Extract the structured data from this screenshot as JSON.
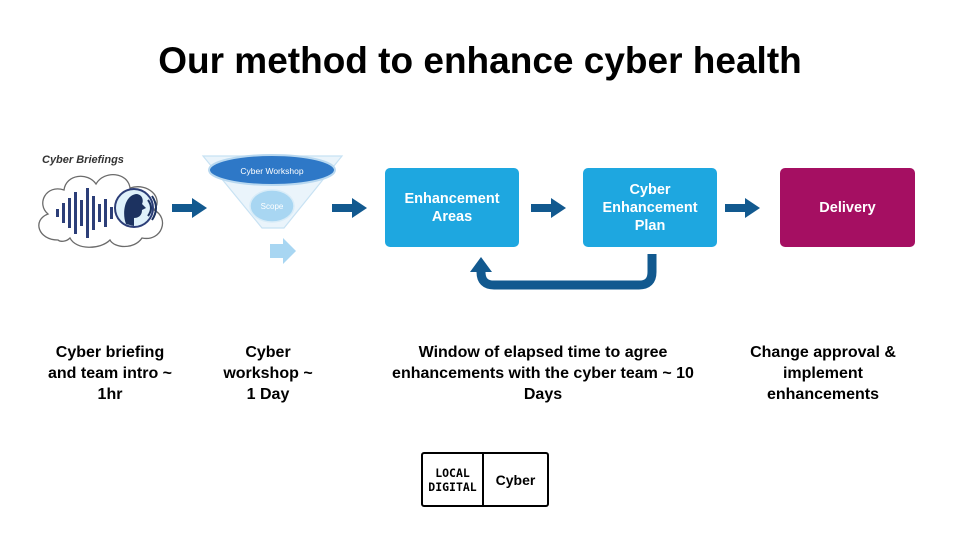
{
  "title": "Our method to enhance cyber health",
  "briefing_image": {
    "label": "Cyber Briefings"
  },
  "workshop_image": {
    "top_label": "Cyber Workshop",
    "inner_label": "Scope"
  },
  "steps": [
    {
      "label": "Enhancement Areas",
      "color": "#1ea7e0"
    },
    {
      "label": "Cyber Enhancement Plan",
      "color": "#1ea7e0"
    },
    {
      "label": "Delivery",
      "color": "#a50f62"
    }
  ],
  "captions": {
    "briefing": "Cyber briefing and team intro ~ 1hr",
    "workshop": "Cyber workshop ~ 1 Day",
    "window": "Window of elapsed time to agree enhancements with the cyber team ~ 10 Days",
    "delivery": "Change approval & implement enhancements"
  },
  "logo": {
    "line1": "LOCAL",
    "line2": "DIGITAL",
    "right": "Cyber"
  },
  "colors": {
    "arrow": "#12598f",
    "accent": "#1ea7e0",
    "delivery": "#a50f62"
  },
  "icons": [
    "cloud-icon",
    "soundwave-icon",
    "speaker-head-icon",
    "funnel-icon",
    "arrow-right-icon",
    "loop-back-arrow-icon"
  ]
}
